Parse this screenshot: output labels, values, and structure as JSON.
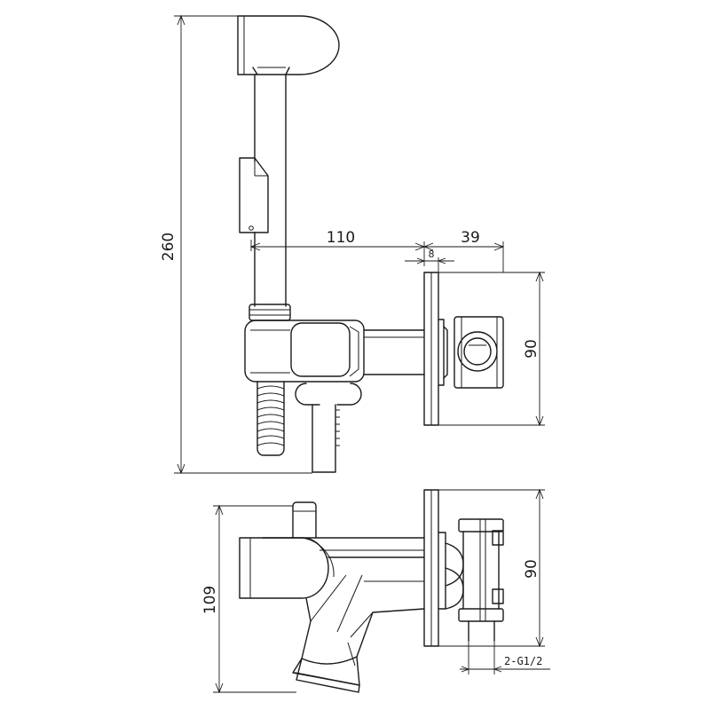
{
  "dimensions": {
    "height_total": "260",
    "width_outreach": "110",
    "depth_body": "39",
    "flange_thickness": "8",
    "plate_height_top": "90",
    "plate_height_bottom": "90",
    "height_bottom_view": "109",
    "connection": "2-G1/2"
  }
}
